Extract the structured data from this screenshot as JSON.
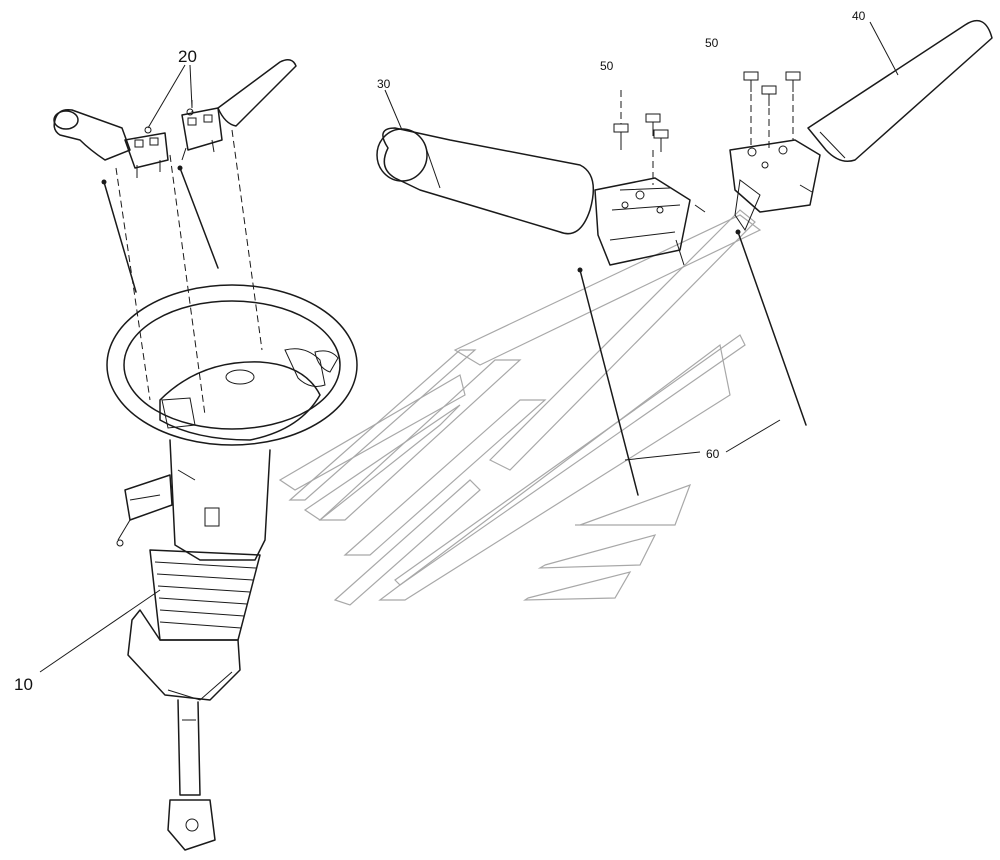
{
  "callouts": {
    "steering_column": "10",
    "switch_mount": "20",
    "left_lever": "30",
    "right_lever": "40",
    "screw_left": "50",
    "screw_right": "50",
    "cable_tie": "60"
  }
}
